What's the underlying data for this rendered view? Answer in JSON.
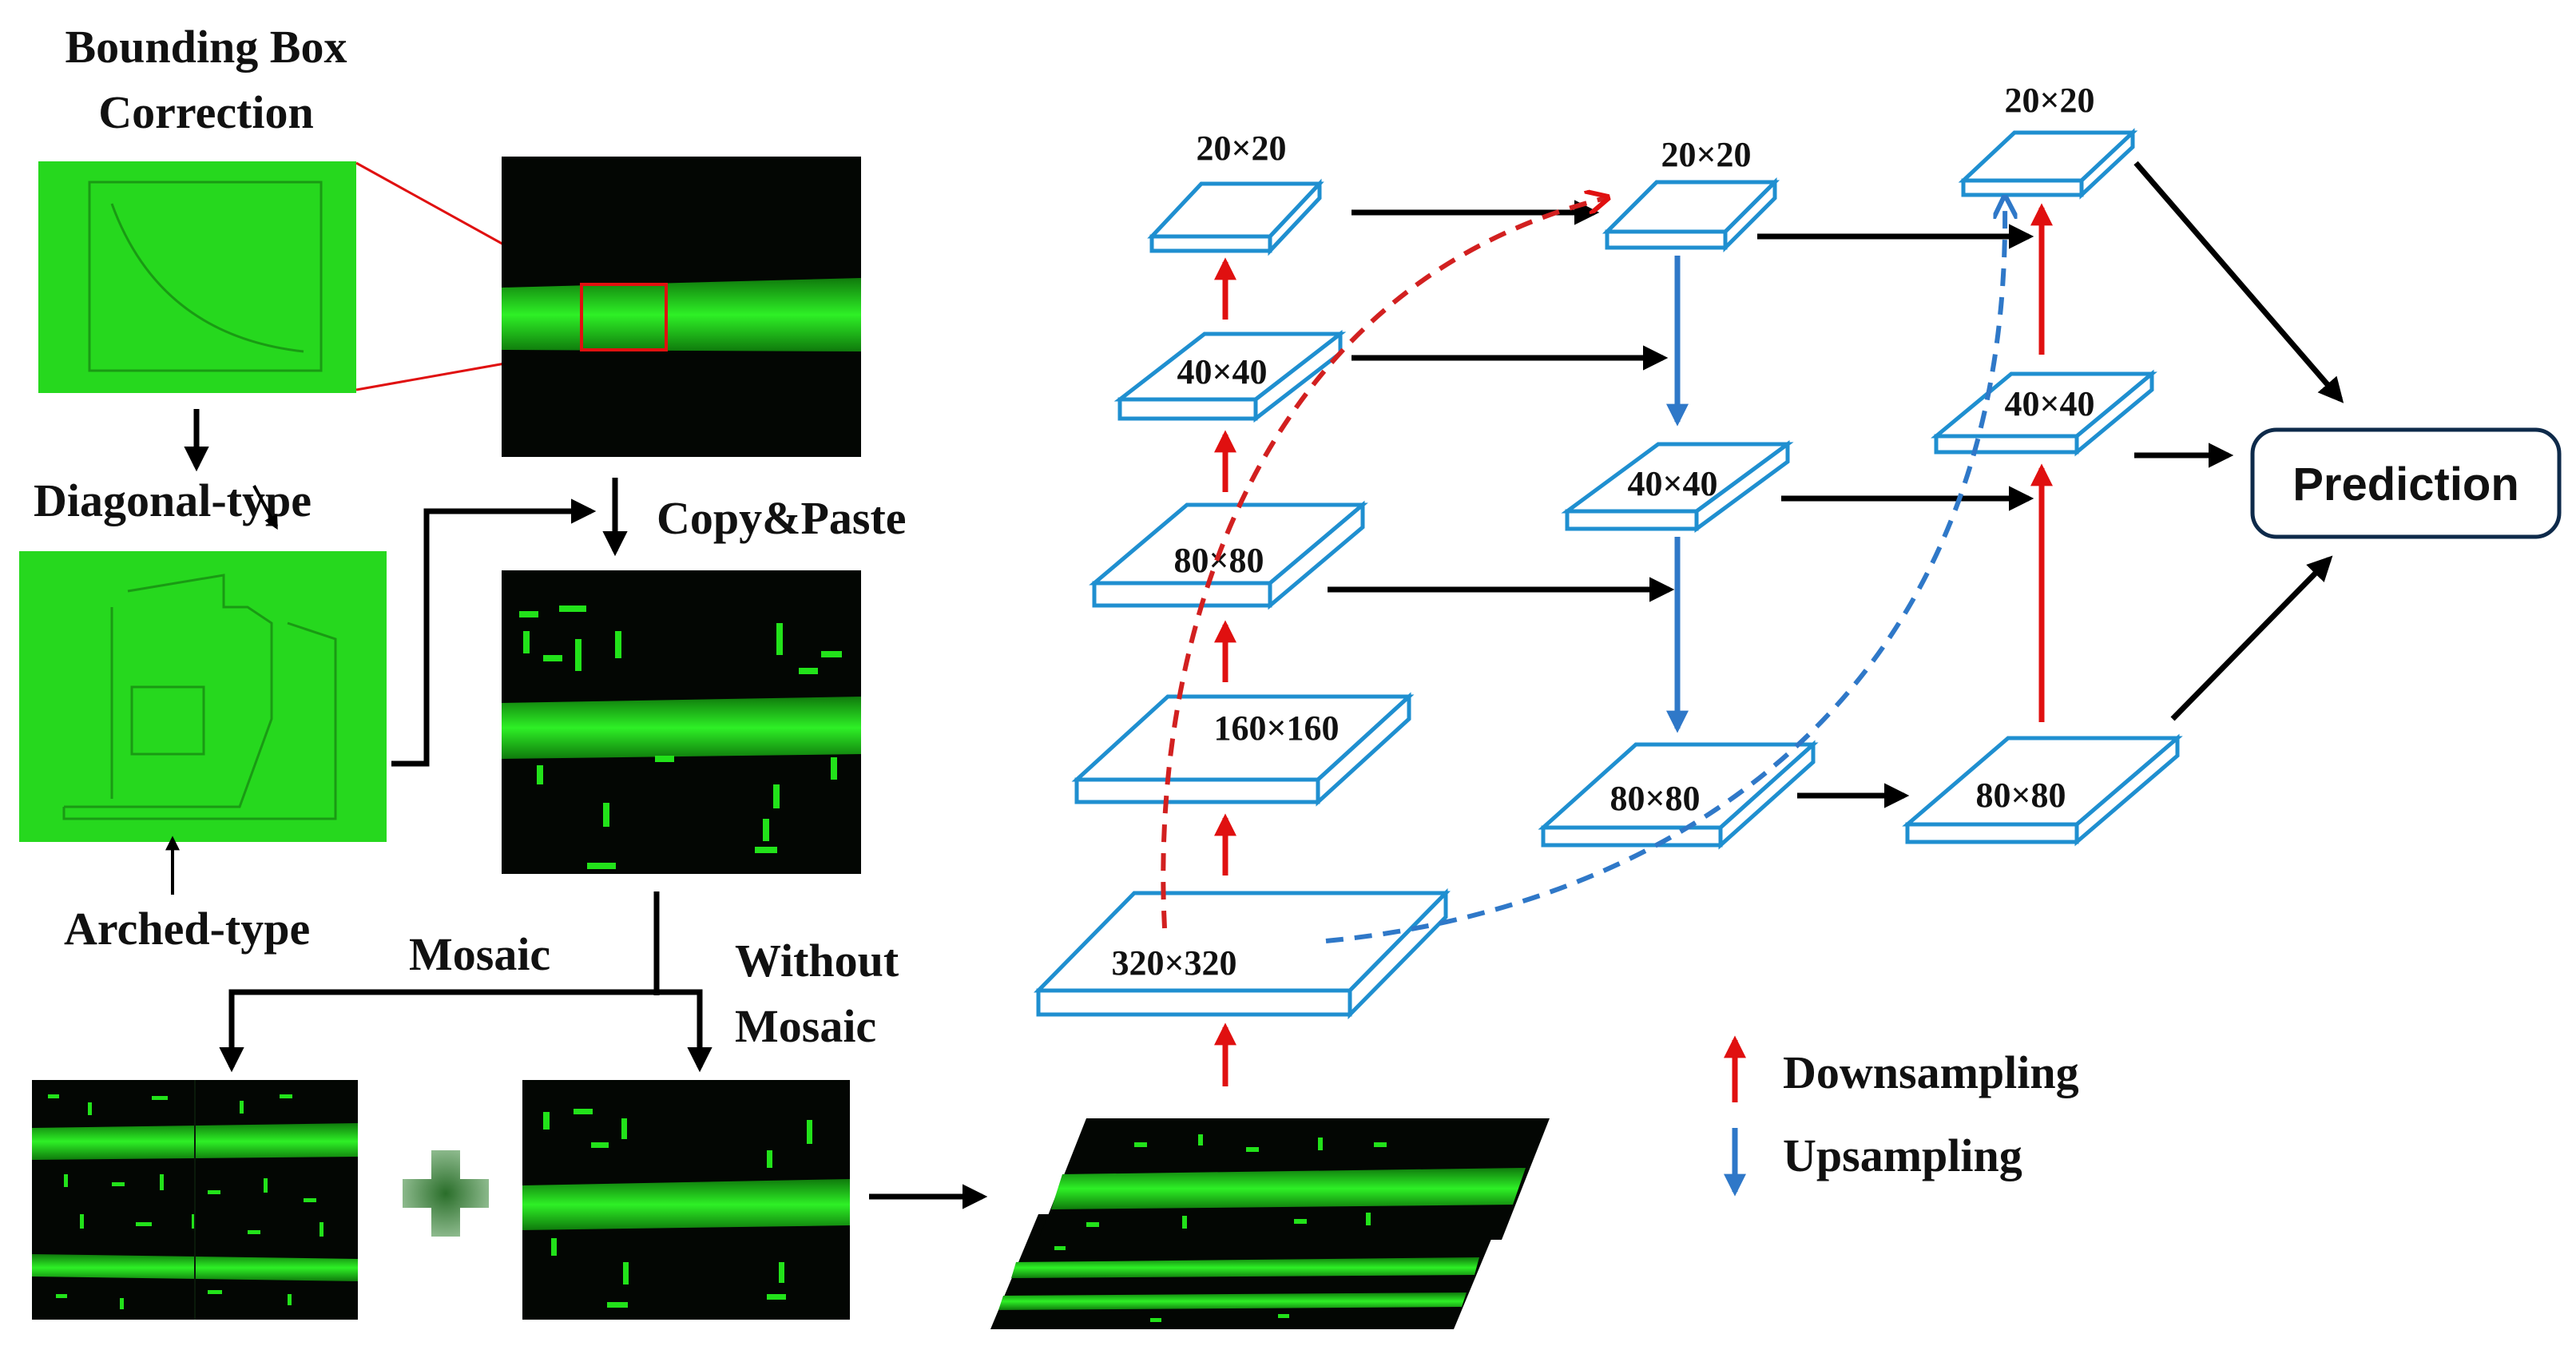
{
  "colors": {
    "green": "#22e21a",
    "dark": "#030603",
    "feature_border": "#1f8fd0",
    "downsample": "#e01010",
    "upsample": "#2f78c8",
    "arrow": "#000000",
    "crop_box": "#e01010"
  },
  "left_panel": {
    "bbox_title_line1": "Bounding Box",
    "bbox_title_line2": "Correction",
    "diagonal_label": "Diagonal-type",
    "arched_label": "Arched-type",
    "copy_paste_label": "Copy&Paste",
    "mosaic_label": "Mosaic",
    "without_mosaic_line1": "Without",
    "without_mosaic_line2": "Mosaic"
  },
  "network": {
    "backbone": [
      "320×320",
      "160×160",
      "80×80",
      "40×40",
      "20×20"
    ],
    "neck": [
      "20×20",
      "40×40",
      "80×80"
    ],
    "head": [
      "80×80",
      "40×40",
      "20×20"
    ],
    "prediction": "Prediction"
  },
  "legend": {
    "downsampling": "Downsampling",
    "upsampling": "Upsampling"
  }
}
